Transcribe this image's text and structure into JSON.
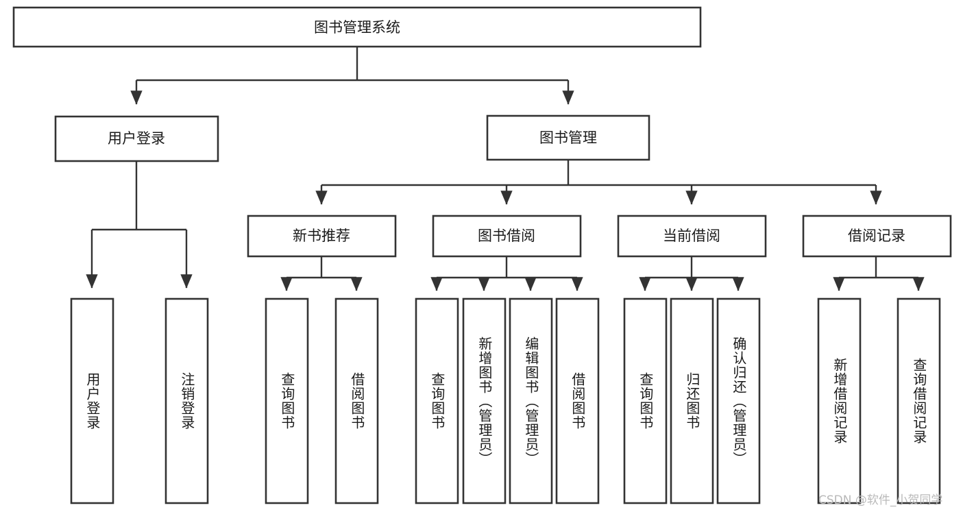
{
  "diagram": {
    "title": "图书管理系统",
    "type": "tree-hierarchy",
    "orientation": "top-down",
    "colors": {
      "box_fill": "#ffffff",
      "box_stroke": "#333333",
      "text": "#1a1a1a",
      "background": "#ffffff",
      "watermark": "#b9b9b9"
    }
  },
  "nodes": {
    "root": {
      "label": "图书管理系统",
      "level": 1,
      "text_direction": "horizontal"
    },
    "level2": [
      {
        "id": "user-login",
        "label": "用户登录",
        "text_direction": "horizontal"
      },
      {
        "id": "book-management",
        "label": "图书管理",
        "text_direction": "horizontal"
      }
    ],
    "level3": [
      {
        "id": "new-book-recommend",
        "label": "新书推荐",
        "text_direction": "horizontal"
      },
      {
        "id": "book-borrow",
        "label": "图书借阅",
        "text_direction": "horizontal"
      },
      {
        "id": "current-borrow",
        "label": "当前借阅",
        "text_direction": "horizontal"
      },
      {
        "id": "borrow-record",
        "label": "借阅记录",
        "text_direction": "horizontal"
      }
    ],
    "leaves": {
      "user-login": [
        {
          "id": "leaf-user-login",
          "label": "用户登录",
          "text_direction": "vertical"
        },
        {
          "id": "leaf-logout-login",
          "label": "注销登录",
          "text_direction": "vertical"
        }
      ],
      "new-book-recommend": [
        {
          "id": "leaf-query-book-1",
          "label": "查询图书",
          "text_direction": "vertical"
        },
        {
          "id": "leaf-borrow-book-1",
          "label": "借阅图书",
          "text_direction": "vertical"
        }
      ],
      "book-borrow": [
        {
          "id": "leaf-query-book-2",
          "label": "查询图书",
          "text_direction": "vertical"
        },
        {
          "id": "leaf-add-book",
          "label": "新增图书（管理员）",
          "text_direction": "vertical"
        },
        {
          "id": "leaf-edit-book",
          "label": "编辑图书（管理员）",
          "text_direction": "vertical"
        },
        {
          "id": "leaf-borrow-book-2",
          "label": "借阅图书",
          "text_direction": "vertical"
        }
      ],
      "current-borrow": [
        {
          "id": "leaf-query-book-3",
          "label": "查询图书",
          "text_direction": "vertical"
        },
        {
          "id": "leaf-return-book",
          "label": "归还图书",
          "text_direction": "vertical"
        },
        {
          "id": "leaf-confirm-return",
          "label": "确认归还（管理员）",
          "text_direction": "vertical"
        }
      ],
      "borrow-record": [
        {
          "id": "leaf-add-record",
          "label": "新增借阅记录",
          "text_direction": "vertical"
        },
        {
          "id": "leaf-query-record",
          "label": "查询借阅记录",
          "text_direction": "vertical"
        }
      ]
    }
  },
  "watermark": {
    "text": "CSDN @软件_小贺同学"
  }
}
